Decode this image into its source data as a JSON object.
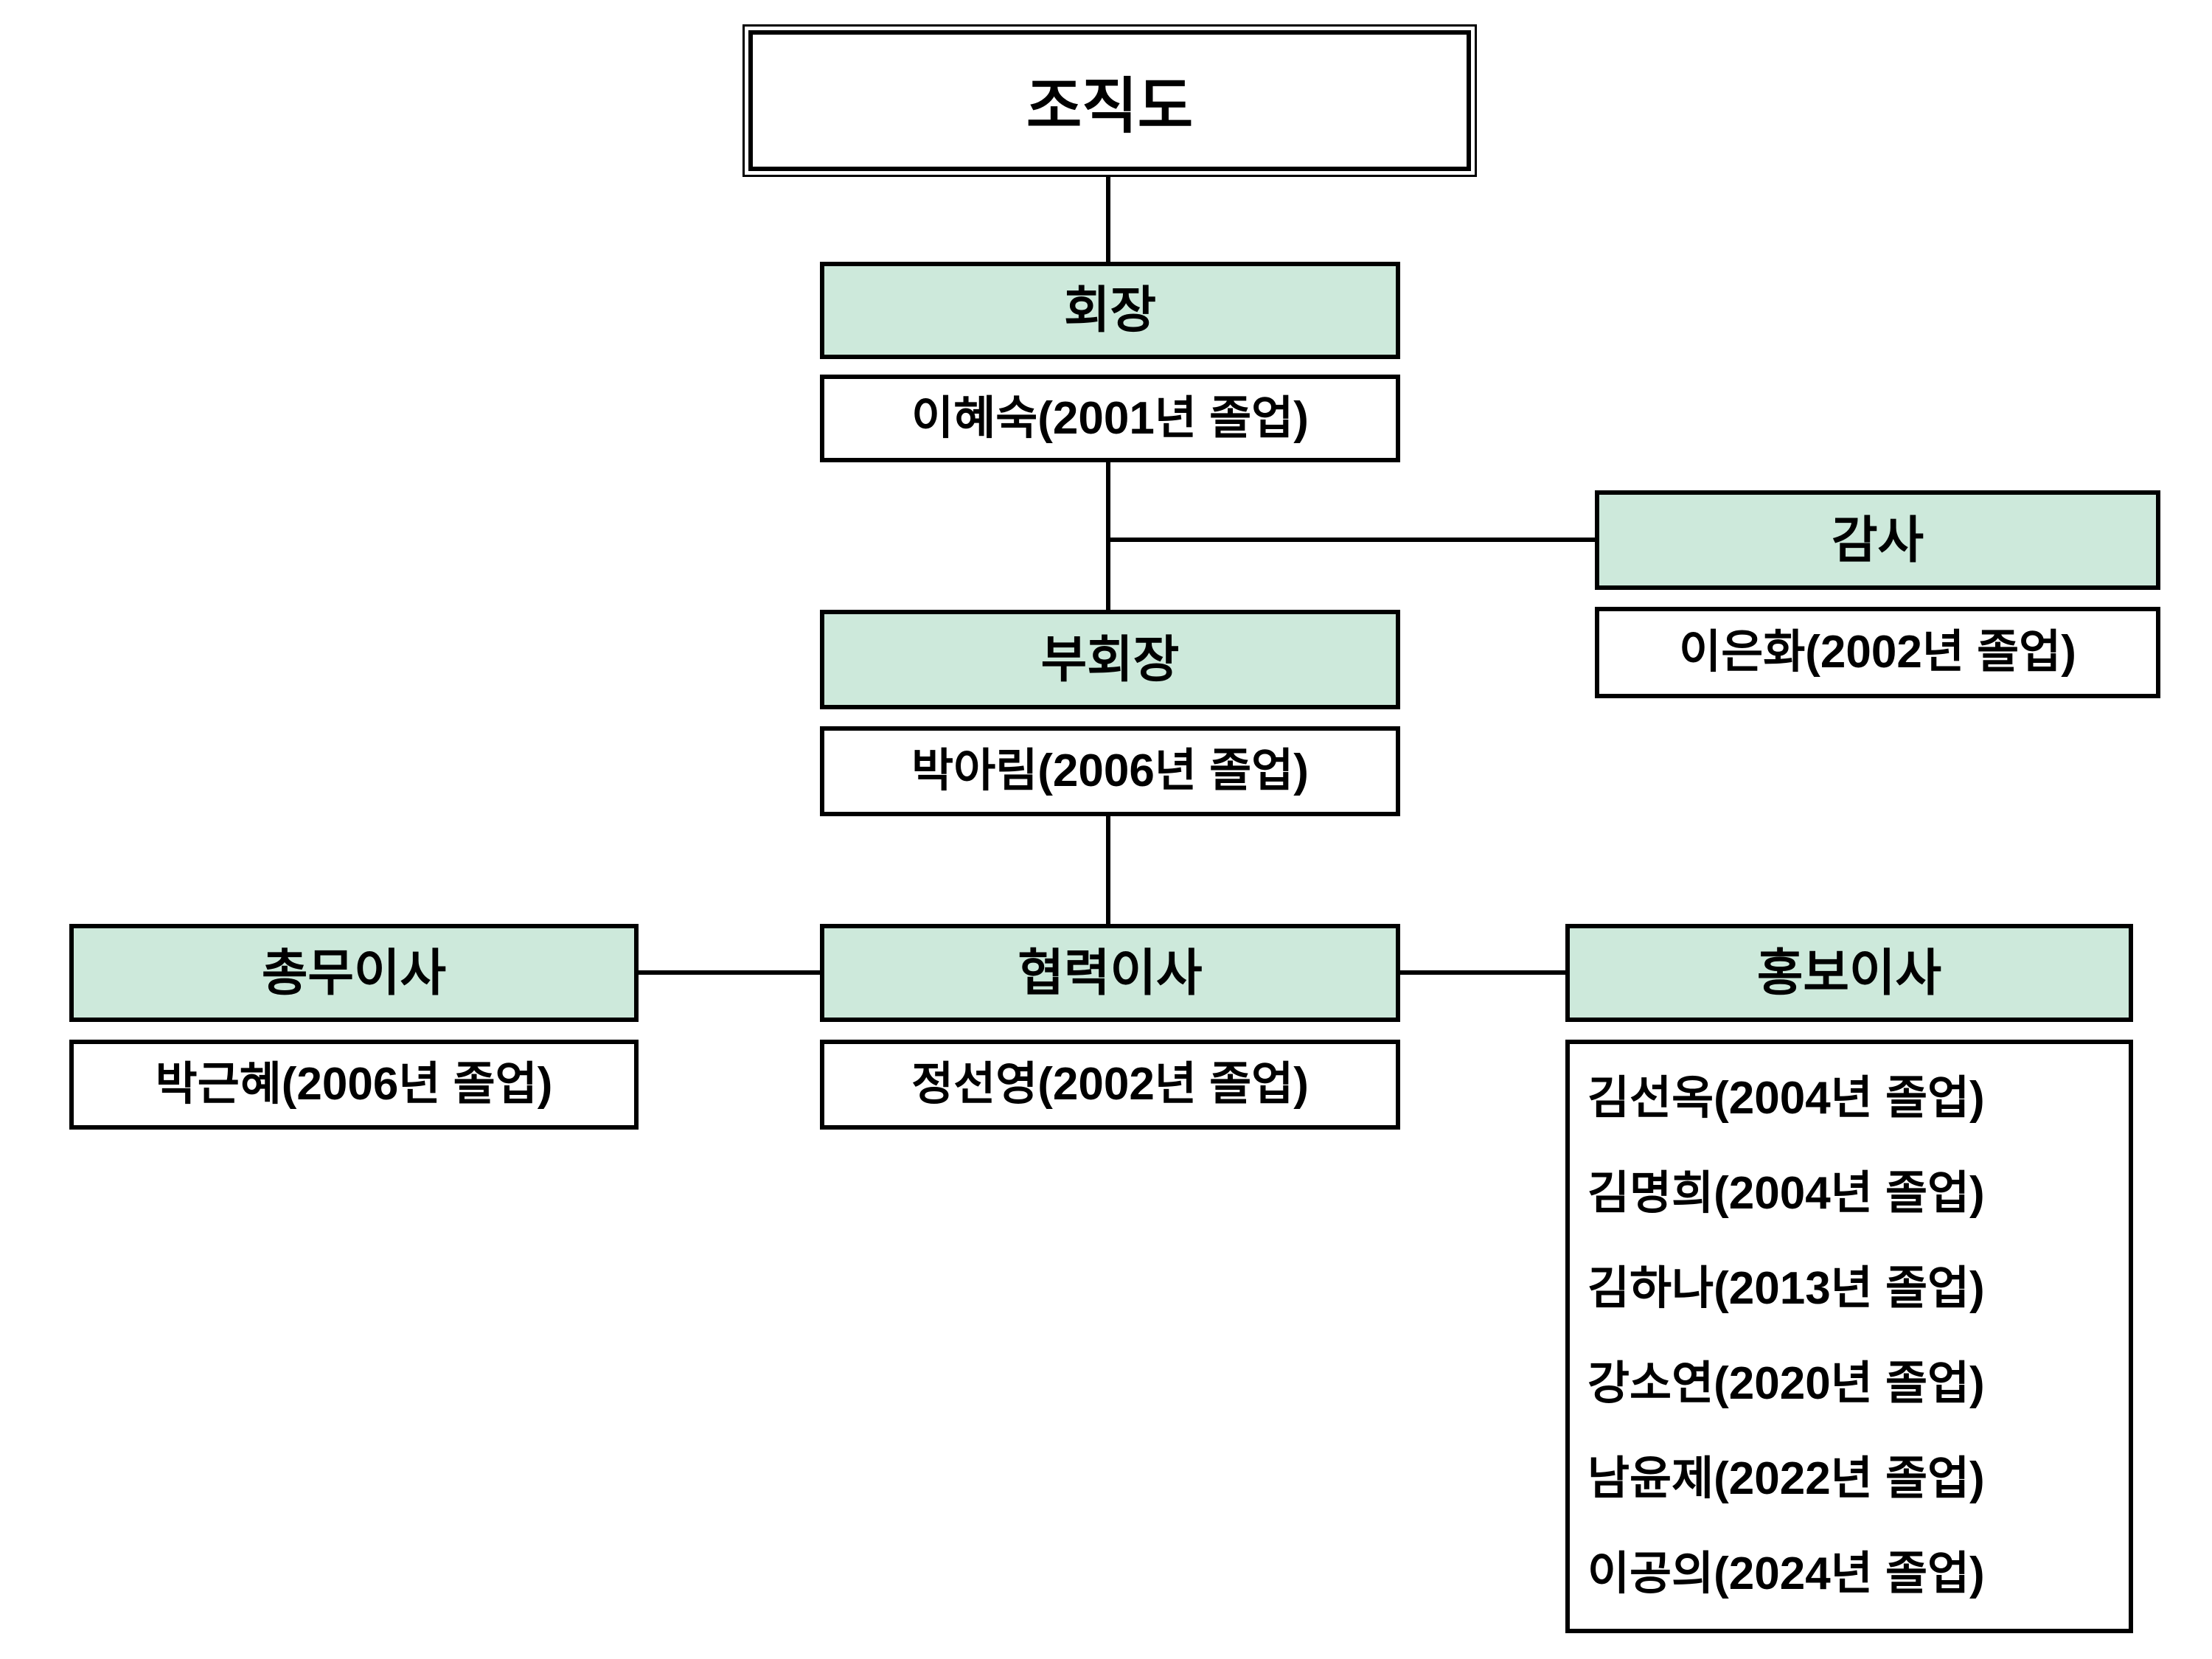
{
  "title": "조직도",
  "colors": {
    "node_fill": "#CDE9DB",
    "border": "#000000",
    "background": "#FFFFFF"
  },
  "nodes": {
    "chairman": {
      "label": "회장",
      "name": "이혜숙(2001년 졸업)"
    },
    "auditor": {
      "label": "감사",
      "name": "이은화(2002년 졸업)"
    },
    "vice_chairman": {
      "label": "부회장",
      "name": "박아림(2006년 졸업)"
    },
    "general_affairs": {
      "label": "총무이사",
      "name": "박근혜(2006년 졸업)"
    },
    "cooperation": {
      "label": "협력이사",
      "name": "정선영(2002년 졸업)"
    },
    "public_relations": {
      "label": "홍보이사",
      "members": [
        "김선옥(2004년 졸업)",
        "김명희(2004년 졸업)",
        "김하나(2013년 졸업)",
        "강소연(2020년 졸업)",
        "남윤제(2022년 졸업)",
        "이공의(2024년 졸업)"
      ]
    }
  }
}
